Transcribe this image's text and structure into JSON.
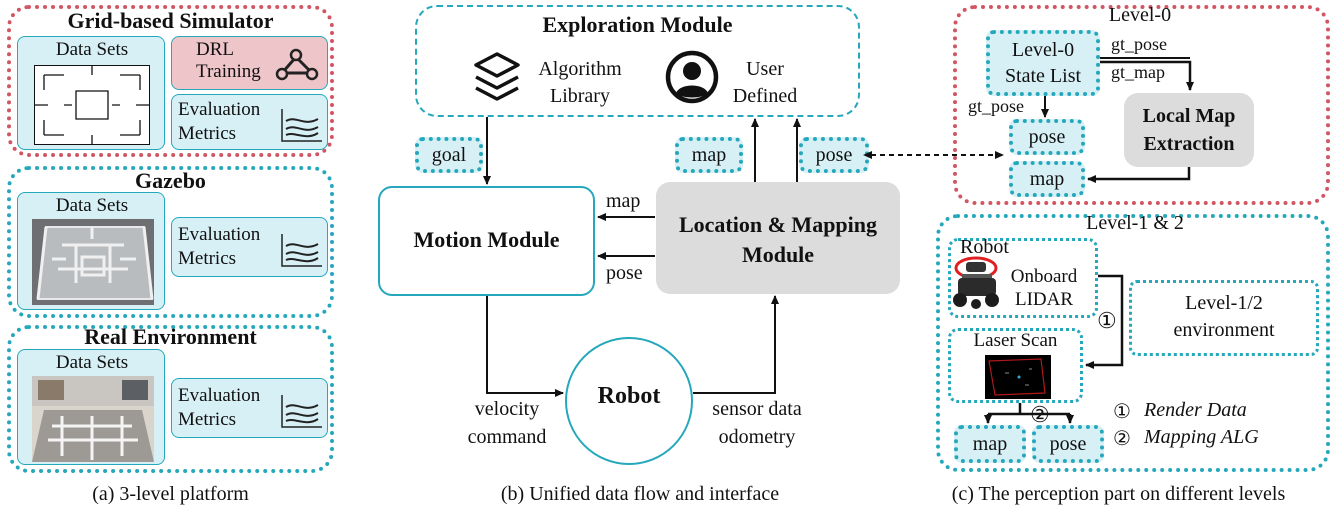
{
  "panel_a": {
    "grid_title": "Grid-based Simulator",
    "data_sets": "Data Sets",
    "drl_training": "DRL\nTraining",
    "evaluation_metrics": "Evaluation\nMetrics",
    "gazebo_title": "Gazebo",
    "real_title": "Real Environment",
    "caption": "(a) 3-level platform"
  },
  "panel_b": {
    "exploration_module": "Exploration Module",
    "algorithm_library": "Algorithm\nLibrary",
    "user_defined": "User\nDefined",
    "goal": "goal",
    "map_chip": "map",
    "pose_chip": "pose",
    "motion_module": "Motion Module",
    "location_mapping": "Location & Mapping\nModule",
    "map_arrow": "map",
    "pose_arrow": "pose",
    "robot": "Robot",
    "velocity_command": "velocity\ncommand",
    "sensor_data": "sensor data\nodometry",
    "caption": "(b) Unified data flow and interface"
  },
  "panel_c": {
    "level0_title": "Level-0",
    "level0_state_list": "Level-0\nState List",
    "gt_pose_1": "gt_pose",
    "gt_map": "gt_map",
    "gt_pose_2": "gt_pose",
    "local_map_extraction": "Local Map\nExtraction",
    "pose": "pose",
    "map": "map",
    "level12_title": "Level-1 & 2",
    "robot_label": "Robot",
    "onboard_lidar": "Onboard\nLIDAR",
    "level12_env": "Level-1/2\nenvironment",
    "laser_scan": "Laser Scan",
    "circle_1": "①",
    "circle_2": "②",
    "legend_1_num": "①",
    "legend_1_text": "Render Data",
    "legend_2_num": "②",
    "legend_2_text": "Mapping ALG",
    "map_out": "map",
    "pose_out": "pose",
    "caption": "(c) The perception part on different levels"
  },
  "colors": {
    "red": "#d25563",
    "teal": "#25a8bb",
    "light_cyan": "#d7f0f6",
    "pink": "#eec5c9",
    "gray": "#dcdcdc"
  }
}
